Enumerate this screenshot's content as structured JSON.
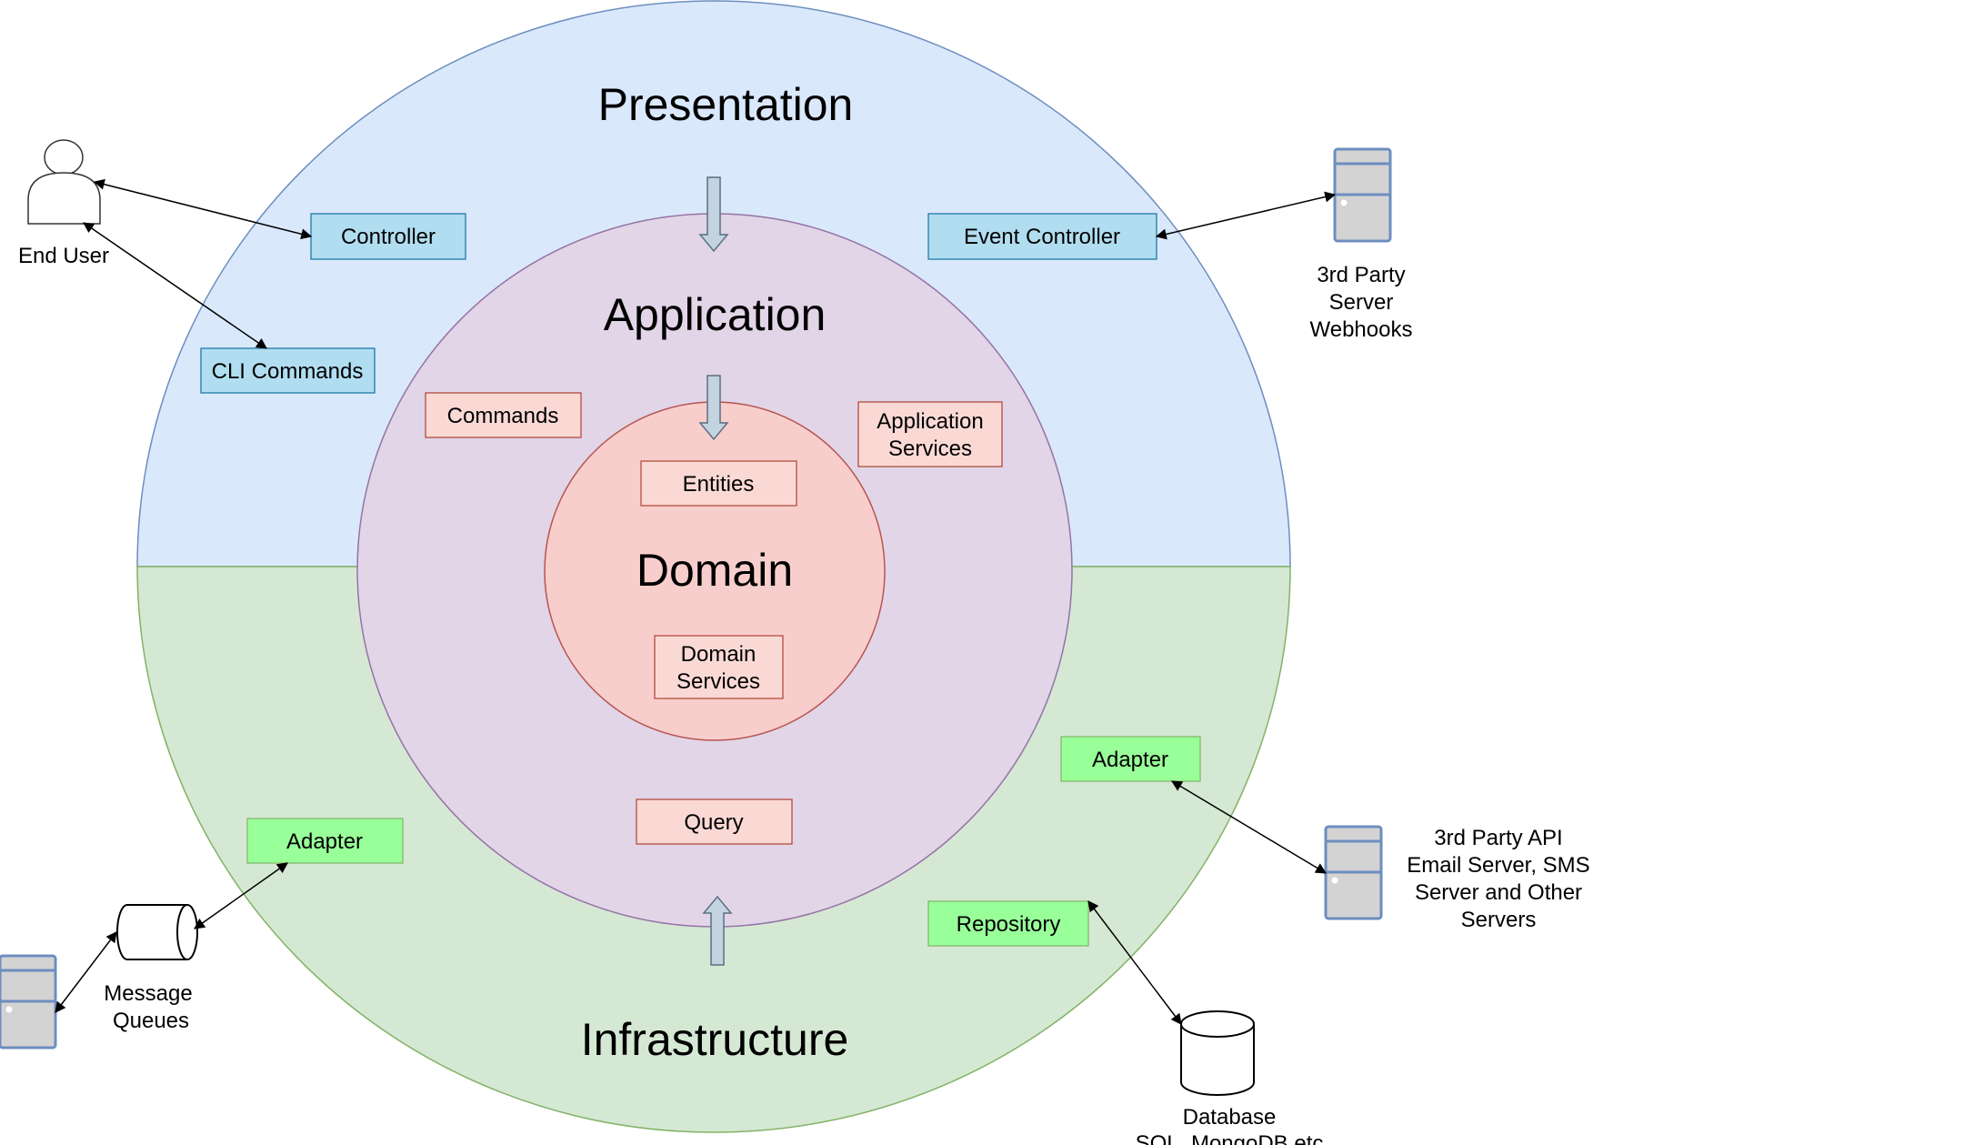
{
  "layers": {
    "presentation": "Presentation",
    "application": "Application",
    "domain": "Domain",
    "infrastructure": "Infrastructure"
  },
  "presentation": {
    "controller": "Controller",
    "cli_commands": "CLI Commands",
    "event_controller": "Event Controller"
  },
  "application": {
    "commands": "Commands",
    "application_services": [
      "Application",
      "Services"
    ],
    "query": "Query"
  },
  "domain": {
    "entities": "Entities",
    "domain_services": [
      "Domain",
      "Services"
    ]
  },
  "infrastructure": {
    "adapter_left": "Adapter",
    "adapter_right": "Adapter",
    "repository": "Repository"
  },
  "external": {
    "end_user": "End User",
    "webhooks": [
      "3rd Party",
      "Server",
      "Webhooks"
    ],
    "third_party_api": [
      "3rd Party API",
      "Email Server, SMS",
      "Server and Other",
      "Servers"
    ],
    "message_queues": [
      "Message",
      "Queues"
    ],
    "database": [
      "Database",
      "SQL, MongoDB etc"
    ]
  },
  "colors": {
    "presentation": "#dae8fc",
    "infrastructure": "#d5e8d4",
    "application": "#e1d5e7",
    "domain": "#f8cecc",
    "presentation_box": "#b1ddf0",
    "infrastructure_box": "#99ff99",
    "pink_box": "#fad9d5",
    "server": "#d3d3d3",
    "server_stroke": "#6c8ebf"
  }
}
